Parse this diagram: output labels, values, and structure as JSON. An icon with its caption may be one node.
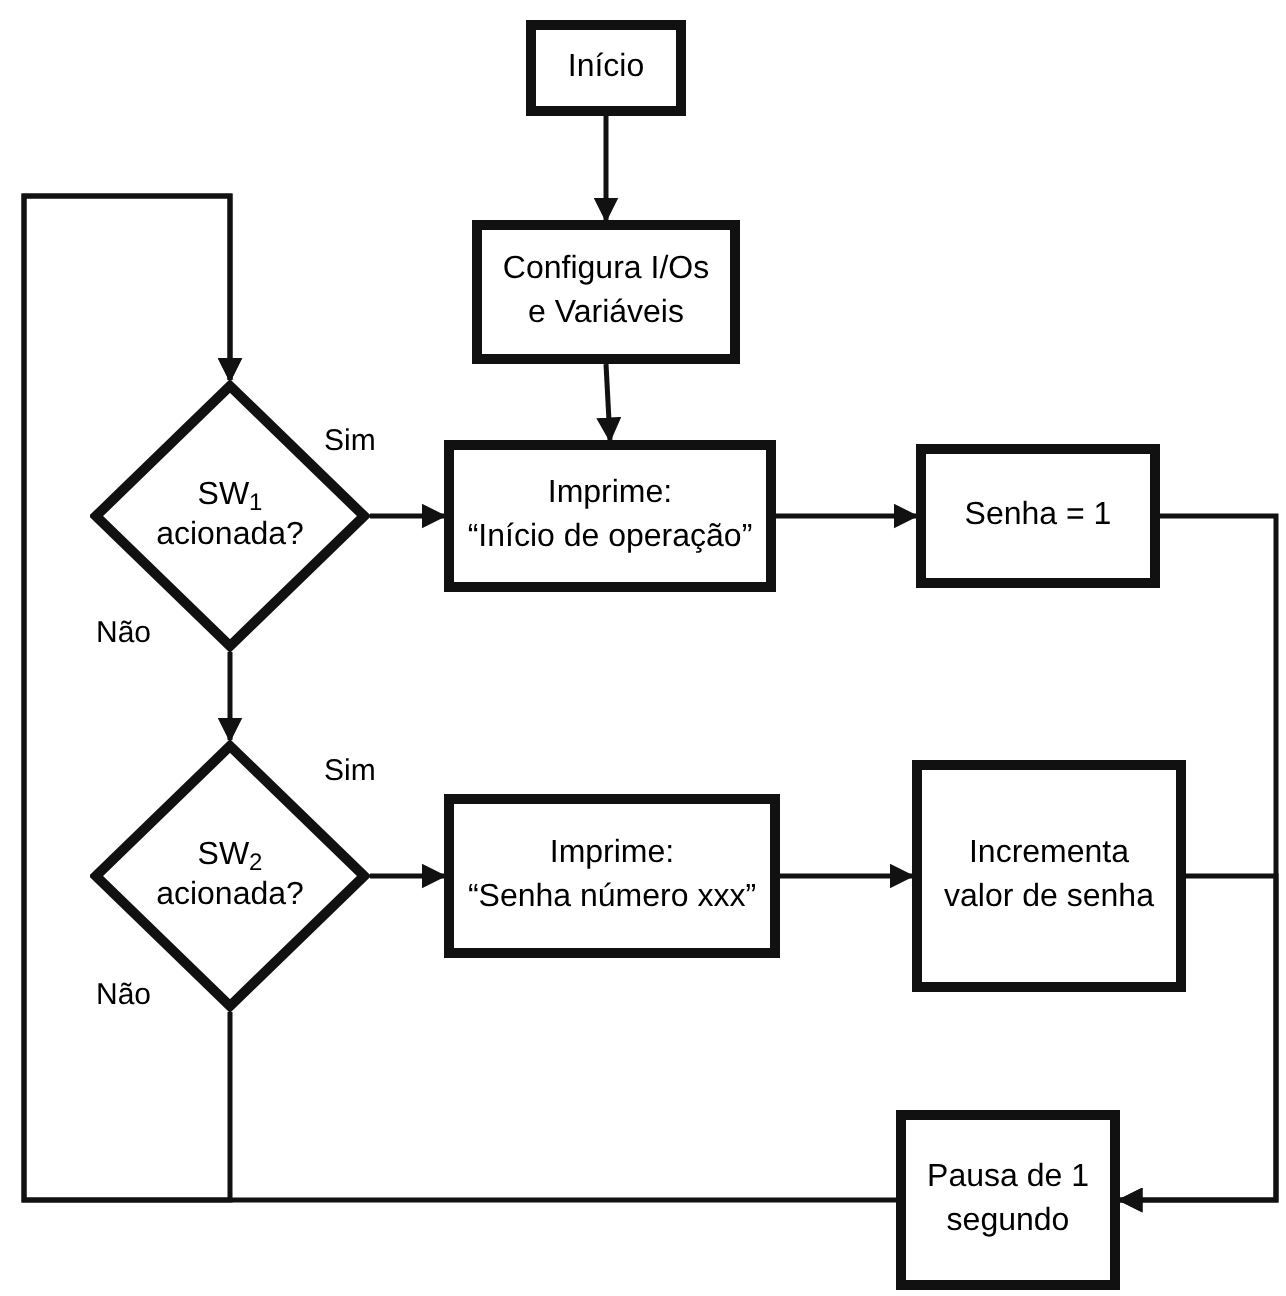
{
  "diagram": {
    "nodes": [
      {
        "text": [
          "Início"
        ]
      },
      {
        "text": [
          "Configura I/Os e Variáveis"
        ]
      },
      {
        "text": [
          "SW$_{1}$ acionada?"
        ]
      },
      {
        "text": [
          "Imprime:",
          "“Início de operação”"
        ]
      },
      {
        "text": [
          "Senha = 1"
        ]
      },
      {
        "text": [
          "SW$_{2}$ acionada?"
        ]
      },
      {
        "text": [
          "Imprime:",
          "“Senha número xxx”"
        ]
      },
      {
        "text": [
          "Incrementa valor de senha"
        ]
      },
      {
        "text": [
          "Pausa de 1 segundo"
        ]
      }
    ],
    "edges": [
      {
        "from": 0,
        "to": 1,
        "arrow": "to"
      },
      {
        "from": 1,
        "to": 3,
        "arrow": "to"
      },
      {
        "from": 2,
        "to": 3,
        "arrow": "to",
        "label": "Sim"
      },
      {
        "from": 2,
        "to": 5,
        "arrow": "to",
        "label": "Não"
      },
      {
        "from": 3,
        "to": 4,
        "arrow": "to"
      },
      {
        "from": 5,
        "to": 6,
        "arrow": "to",
        "label": "Sim"
      },
      {
        "from": 6,
        "to": 7,
        "arrow": "to"
      },
      {
        "from": 4,
        "to": 8,
        "arrow": "to"
      },
      {
        "from": 7,
        "to": 8,
        "arrow": "to"
      },
      {
        "from": 5,
        "to": 2,
        "arrow": "to",
        "label": "Não"
      },
      {
        "from": 8,
        "to": 2,
        "arrow": "to"
      }
    ]
  }
}
